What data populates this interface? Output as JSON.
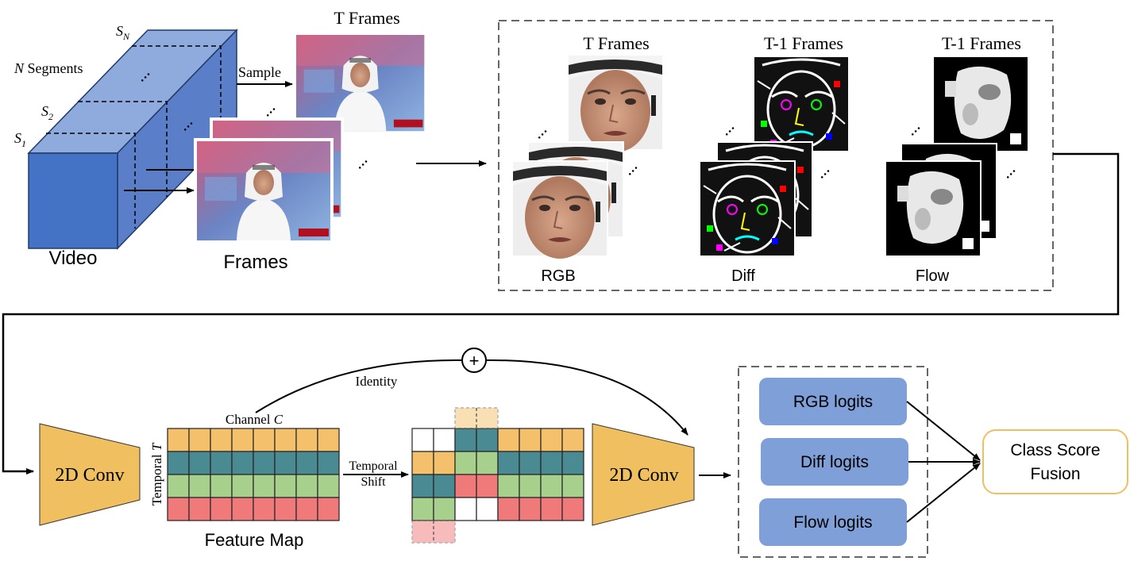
{
  "video": {
    "label": "Video",
    "segments_label_italic": "N",
    "segments_label_rest": " Segments",
    "s_labels": [
      {
        "base": "S",
        "sub": "N"
      },
      {
        "base": "S",
        "sub": "2"
      },
      {
        "base": "S",
        "sub": "1"
      }
    ],
    "sample_label": "Sample"
  },
  "frames": {
    "top_title": "T  Frames",
    "bottom_label": "Frames",
    "dots": "..."
  },
  "modalities": {
    "rgb": {
      "title": "T  Frames",
      "label": "RGB"
    },
    "diff": {
      "title": "T-1  Frames",
      "label": "Diff"
    },
    "flow": {
      "title": "T-1  Frames",
      "label": "Flow"
    }
  },
  "tsm": {
    "conv1_label": "2D Conv",
    "conv2_label": "2D Conv",
    "channel_label_prefix": "Channel ",
    "channel_label_var": "C",
    "temporal_label_prefix": "Temporal ",
    "temporal_label_var": "T",
    "feature_map_label": "Feature Map",
    "shift_label_line1": "Temporal",
    "shift_label_line2": "Shift",
    "identity_label": "Identity",
    "plus_symbol": "+"
  },
  "logits": {
    "rgb": "RGB logits",
    "diff": "Diff logits",
    "flow": "Flow logits"
  },
  "fusion": {
    "line1": "Class Score",
    "line2": "Fusion"
  },
  "colors": {
    "cube_front": "#4472c4",
    "cube_top": "#8faadc",
    "cube_side": "#5b7ec9",
    "row_orange": "#f4c06b",
    "row_teal": "#4a8a93",
    "row_green": "#a8d08d",
    "row_red": "#f07a7a",
    "conv_fill": "#f0c060",
    "logit_fill": "#7f9fd8",
    "fusion_border": "#f0c060"
  }
}
